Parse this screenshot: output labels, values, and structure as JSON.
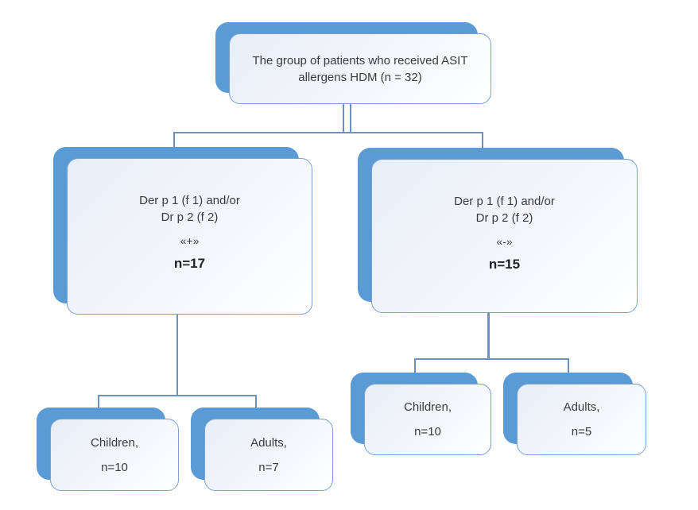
{
  "diagram_title": "ASIT HDM patient grouping flowchart",
  "colors": {
    "shadow_blue": "#5B9BD5",
    "box_border": "#7A9FD0",
    "box_fill": "#E8EEF7",
    "connector": "#6B90C1",
    "text": "#3A3A3A"
  },
  "nodes": {
    "root": {
      "line1": "The group of patients who received ASIT",
      "line2": "allergens HDM (n = 32)"
    },
    "positive_branch": {
      "line1": "Der p 1 (f 1) and/or",
      "line2": "Dr p 2 (f 2)",
      "sign": "«+»",
      "count": "n=17"
    },
    "negative_branch": {
      "line1": "Der p 1 (f 1) and/or",
      "line2": "Dr p 2 (f 2)",
      "sign": "«-»",
      "count": "n=15"
    },
    "positive_children": {
      "label": "Children,",
      "count": "n=10"
    },
    "positive_adults": {
      "label": "Adults,",
      "count": "n=7"
    },
    "negative_children": {
      "label": "Children,",
      "count": "n=10"
    },
    "negative_adults": {
      "label": "Adults,",
      "count": "n=5"
    }
  }
}
